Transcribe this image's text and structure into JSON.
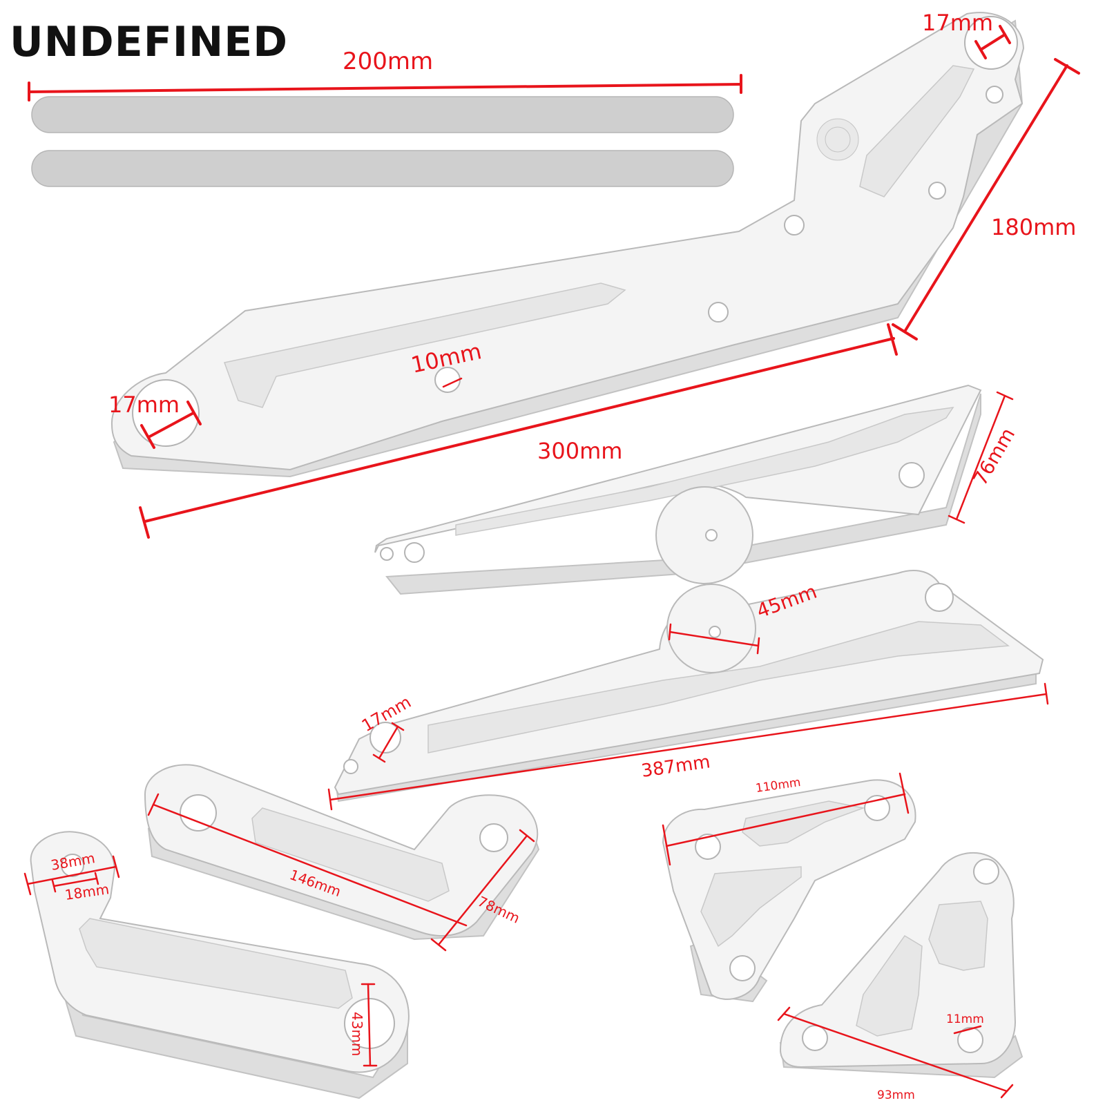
{
  "brand": "UNDEFINED",
  "colors": {
    "dimension": "#e8141b",
    "part_fill": "#f4f4f4",
    "part_edge": "#b9b9b9"
  },
  "dimensions": {
    "rod_length": "200mm",
    "main_hole_top": "17mm",
    "main_height": "180mm",
    "main_hole_small": "10mm",
    "main_hole_left": "17mm",
    "main_length": "300mm",
    "bracket_height": "76mm",
    "lower_boss": "45mm",
    "lower_hole": "17mm",
    "lower_length": "387mm",
    "plate_width": "110mm",
    "arm_width": "38mm",
    "arm_hole": "18mm",
    "arm_length": "146mm",
    "arm_height": "78mm",
    "link_end": "43mm",
    "plate_hole": "11mm",
    "plate_base": "93mm"
  }
}
